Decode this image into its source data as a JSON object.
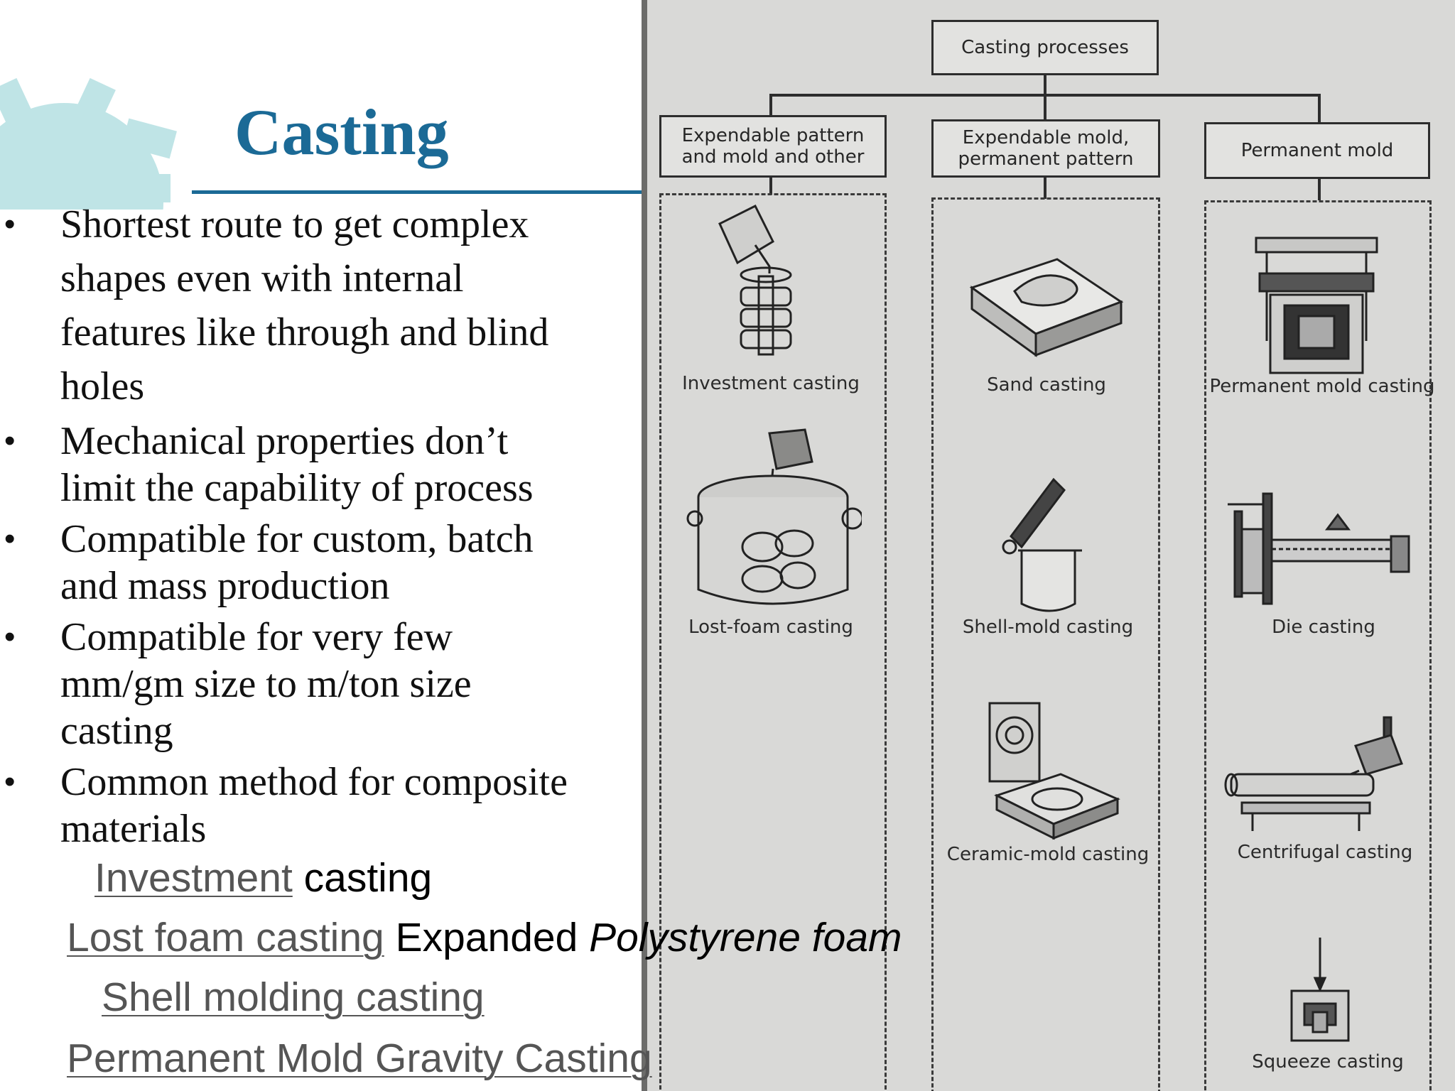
{
  "slide": {
    "title": "Casting",
    "title_color": "#1b6a96",
    "rule_color": "#1b6a96",
    "gear_color": "#bfe4e6",
    "bullet_glyph": "•",
    "bullets": [
      {
        "lines": [
          "Shortest route to get complex",
          "shapes even with internal",
          "features like through and blind",
          "holes"
        ]
      },
      {
        "lines": [
          "Mechanical properties don’t",
          "limit the capability of process"
        ]
      },
      {
        "lines": [
          "Compatible for custom, batch",
          "and mass production"
        ]
      },
      {
        "lines": [
          "Compatible for very few",
          "mm/gm size to m/ton size",
          "casting"
        ]
      },
      {
        "lines": [
          "Common method for composite",
          "materials"
        ]
      }
    ],
    "links": {
      "investment": {
        "link": "Investment",
        "rest": " casting"
      },
      "lost_foam": {
        "link": "Lost foam casting",
        "rest": " Expanded ",
        "em": "Polystyrene foam"
      },
      "shell": {
        "link": "Shell molding casting"
      },
      "permanent": {
        "link": "Permanent Mold Gravity Casting"
      }
    }
  },
  "diagram": {
    "root": "Casting processes",
    "categories": {
      "expendable_pattern": {
        "l1": "Expendable pattern",
        "l2": "and mold and other"
      },
      "expendable_mold": {
        "l1": "Expendable mold,",
        "l2": "permanent pattern"
      },
      "permanent_mold": {
        "l1": "Permanent mold"
      }
    },
    "processes": {
      "investment": "Investment casting",
      "lost_foam": "Lost-foam casting",
      "sand": "Sand casting",
      "shell_mold": "Shell-mold casting",
      "ceramic_mold": "Ceramic-mold casting",
      "permanent_mold": "Permanent mold casting",
      "die": "Die casting",
      "centrifugal": "Centrifugal casting",
      "squeeze": "Squeeze casting"
    }
  }
}
